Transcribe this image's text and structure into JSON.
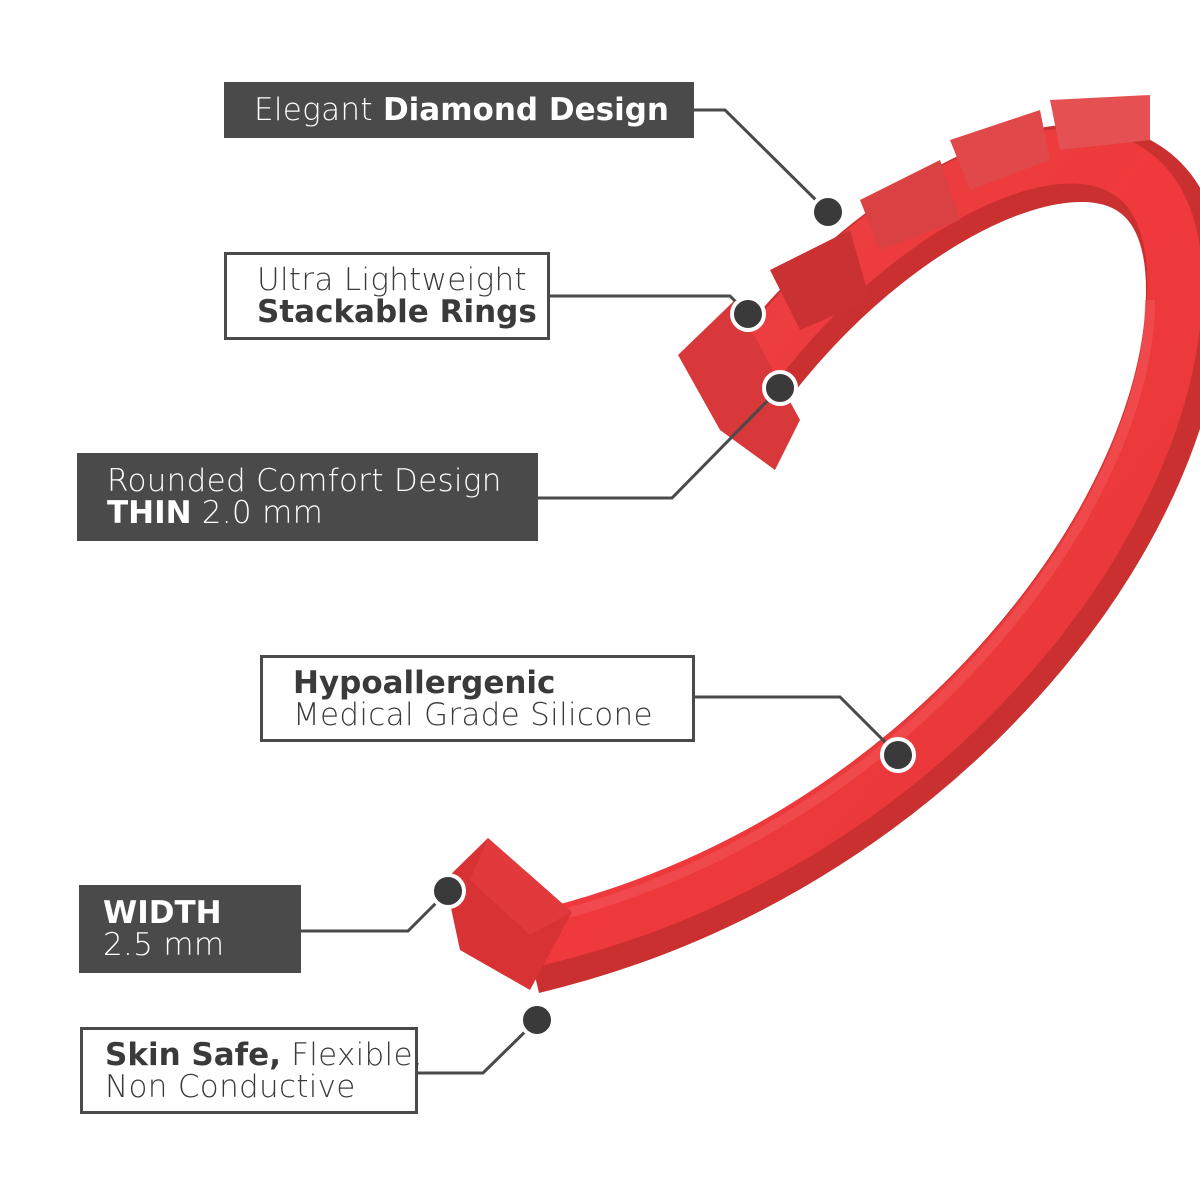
{
  "colors": {
    "ring": "#e8393b",
    "ring_dark": "#c42a2c",
    "callout": "#4a4a4a"
  },
  "callouts": [
    {
      "light": "Elegant ",
      "bold": "Diamond Design"
    },
    {
      "line1": "Ultra Lightweight",
      "line2_bold": "Stackable Rings"
    },
    {
      "line1": "Rounded Comfort Design",
      "line2_bold": "THIN",
      "line2_light": " 2.0 mm"
    },
    {
      "line1_bold": "Hypoallergenic",
      "line2": "Medical Grade Silicone"
    },
    {
      "line1_bold": "WIDTH",
      "line2": "2.5 mm"
    },
    {
      "line1_bold": "Skin Safe,",
      "line1_light": " Flexible,",
      "line2": "Non Conductive"
    }
  ]
}
